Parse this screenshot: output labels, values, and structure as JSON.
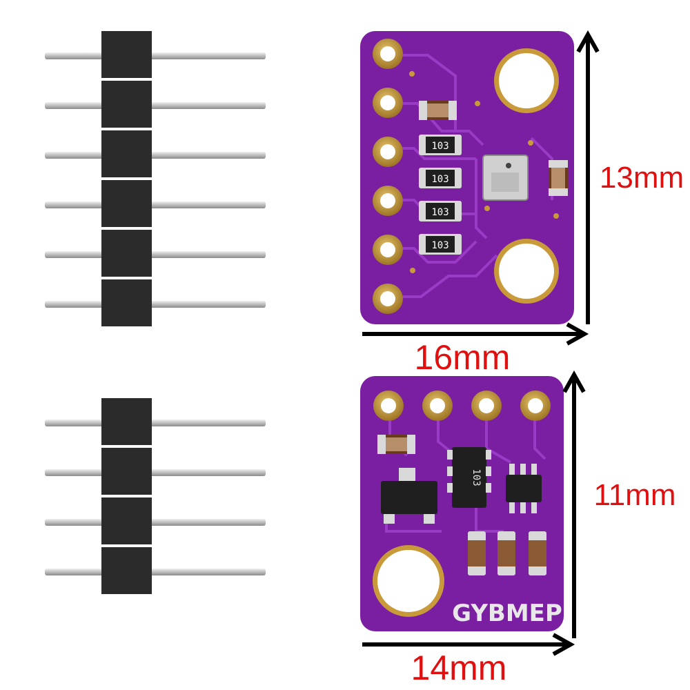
{
  "colors": {
    "pcb": "#7b1fa2",
    "pcb_dark": "#5e1482",
    "pcb_trace": "#8e2fb8",
    "pad_gold": "#c99a3a",
    "pad_gold_dark": "#9c7424",
    "pin_silver": "#cfcfcf",
    "header_black": "#2b2b2b",
    "dimension_red": "#e01010",
    "arrow_black": "#000000"
  },
  "dimensions": {
    "top_board_height": "13mm",
    "top_board_width": "16mm",
    "bottom_board_height": "11mm",
    "bottom_board_width": "14mm"
  },
  "top_board": {
    "pad_count": 6,
    "resistor_labels": [
      "103",
      "103",
      "103",
      "103"
    ]
  },
  "bottom_board": {
    "pad_count": 4,
    "ic_label": "103",
    "silkscreen": "GYBMEP"
  },
  "headers": {
    "top_pin_count": 6,
    "bottom_pin_count": 4
  }
}
